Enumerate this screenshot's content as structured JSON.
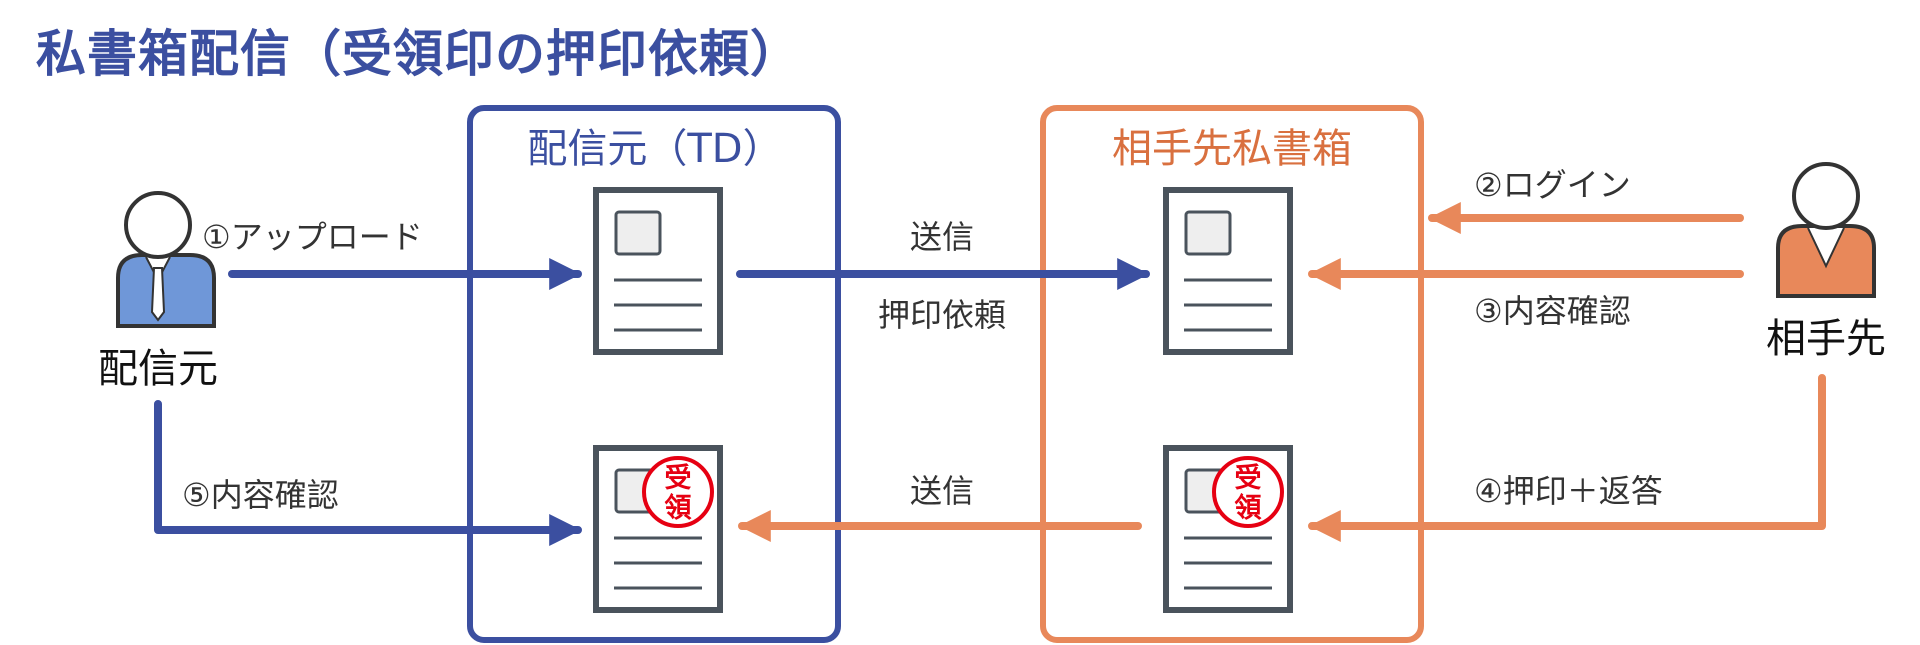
{
  "title": "私書箱配信（受領印の押印依頼）",
  "colors": {
    "blue": "#3b4fa0",
    "orange": "#e8885a",
    "doc_stroke": "#4a535c",
    "stamp_red": "#e60012",
    "person_blue": "#6f97d8",
    "person_orange": "#e8885a",
    "text": "#333333"
  },
  "boxes": {
    "source": {
      "label": "配信元（TD）"
    },
    "mailbox": {
      "label": "相手先私書箱"
    }
  },
  "actors": {
    "sender": {
      "label": "配信元"
    },
    "recipient": {
      "label": "相手先"
    }
  },
  "steps": {
    "upload": "①アップロード",
    "login": "②ログイン",
    "check_content": "③内容確認",
    "stamp_reply": "④押印＋返答",
    "final_check": "⑤内容確認"
  },
  "flows": {
    "send_top": "送信",
    "stamp_request": "押印依頼",
    "send_bottom": "送信"
  },
  "stamp": {
    "line1": "受",
    "line2": "領"
  }
}
